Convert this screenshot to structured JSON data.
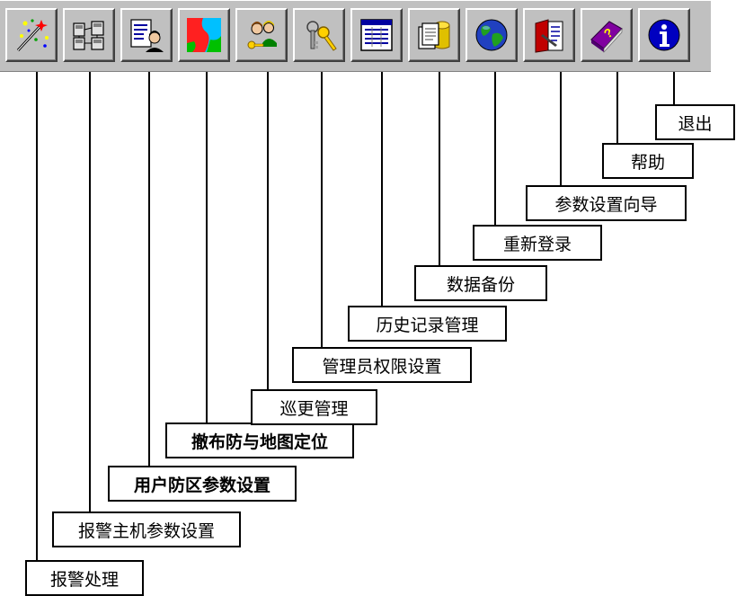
{
  "toolbar": {
    "buttons": [
      {
        "icon": "magic-wand-icon"
      },
      {
        "icon": "devices-icon"
      },
      {
        "icon": "user-document-icon"
      },
      {
        "icon": "map-icon"
      },
      {
        "icon": "users-keys-icon"
      },
      {
        "icon": "keys-icon"
      },
      {
        "icon": "table-icon"
      },
      {
        "icon": "database-backup-icon"
      },
      {
        "icon": "globe-icon"
      },
      {
        "icon": "setup-book-icon"
      },
      {
        "icon": "help-book-icon"
      },
      {
        "icon": "info-icon"
      }
    ]
  },
  "labels": {
    "alarm_handling": "报警处理",
    "alarm_host_params": "报警主机参数设置",
    "user_zone_params": "用户防区参数设置",
    "arm_disarm_map": "撤布防与地图定位",
    "patrol_management": "巡更管理",
    "admin_permissions": "管理员权限设置",
    "history_management": "历史记录管理",
    "data_backup": "数据备份",
    "relogin": "重新登录",
    "setup_wizard": "参数设置向导",
    "help": "帮助",
    "exit": "退出"
  }
}
